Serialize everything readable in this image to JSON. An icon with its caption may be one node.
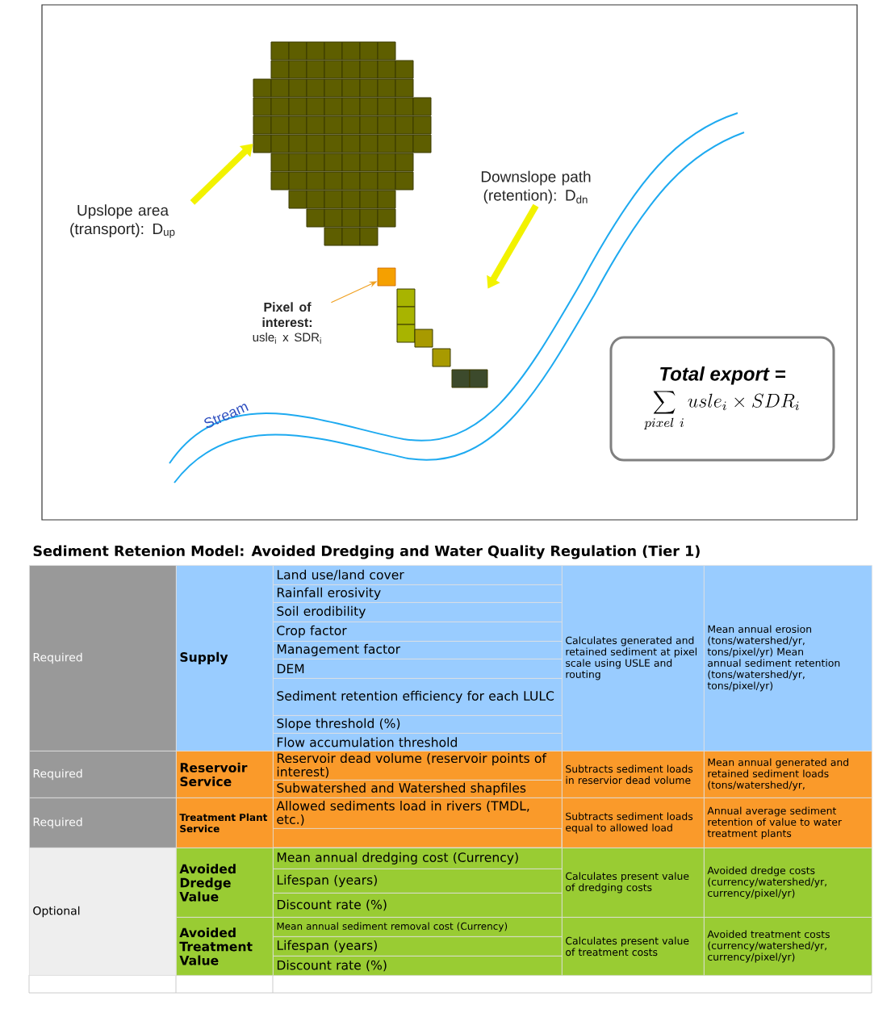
{
  "diagram": {
    "title": "Sediment Retenion Model: Avoided Dredging and Water Quality Regulation (Tier 1)",
    "nodes": [
      {
        "text": [
          "Upslope area (transport): D$_{up}$"
        ]
      },
      {
        "text": [],
        "shape": "picture"
      },
      {
        "text": [
          "Downslope path (retention): D$_{dn}$"
        ]
      },
      {
        "text": [],
        "shape": "picture"
      },
      {
        "text": [
          "Pixel of interest:",
          "usle$_{i}$ x SDR$_{i}$"
        ]
      },
      {
        "text": [],
        "shape": "box"
      },
      {
        "text": [
          "Total export =",
          "\\sum_{pixel\\ i} usle_{i} \\times SDR_{i}"
        ]
      }
    ],
    "edges": [
      {
        "from": 0,
        "to": 1,
        "arrow": "to"
      },
      {
        "from": 2,
        "to": 3,
        "arrow": "to"
      },
      {
        "from": 4,
        "to": 5,
        "arrow": "to",
        "color": "#f0a020"
      }
    ],
    "labels": [
      "Stream",
      "Required",
      "Supply",
      "Land use/land cover",
      "Rainfall erosivity",
      "Soil erodibility",
      "Crop factor",
      "Management factor",
      "DEM",
      "Sediment retention efficiency for each LULC",
      "Slope threshold (%)",
      "Flow accumulation threshold",
      "Calculates generated and retained sediment at pixel scale using USLE and routing",
      "Mean annual erosion (tons/watershed/yr, tons/pixel/yr) Mean annual sediment retention (tons/watershed/yr, tons/pixel/yr)",
      "Required",
      "Reservoir Service",
      "Reservoir dead volume (reservoir points of interest)",
      "Subwatershed and Watershed shapfiles",
      "Subtracts sediment loads in reservior dead volume",
      "Mean annual generated and retained sediment loads (tons/watershed/yr,",
      "Required",
      "Treatment Plant Service",
      "Allowed sediments load in rivers (TMDL, etc.)",
      "Subtracts sediment loads equal to allowed load",
      "Annual average sediment retention of value to water treatment plants",
      "Optional",
      "Avoided Dredge Value",
      "Mean annual dredging cost (Currency)",
      "Lifespan (years)",
      "Discount rate (%)",
      "Calculates present value of dredging costs",
      "Avoided dredge costs (currency/watershed/yr, currency/pixel/yr)",
      "Avoided Treatment Value",
      "Mean annual sediment removal cost (Currency)",
      "Lifespan (years)",
      "Discount rate (%)",
      "Calculates present value of treatment costs",
      "Avoided treatment costs (currency/watershed/yr, currency/pixel/yr)"
    ]
  }
}
